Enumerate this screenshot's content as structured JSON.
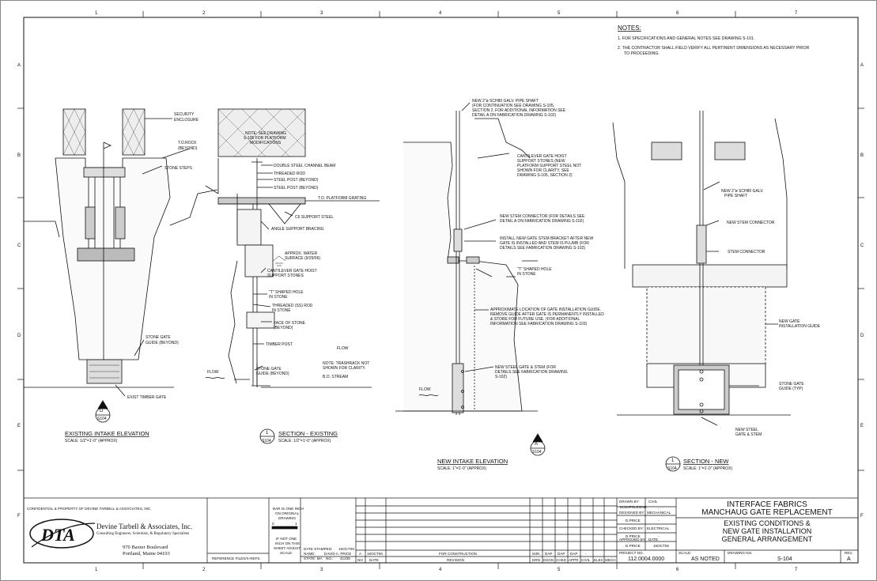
{
  "grid": {
    "cols": [
      "1",
      "2",
      "3",
      "4",
      "5",
      "6",
      "7"
    ],
    "rows": [
      "A",
      "B",
      "C",
      "D",
      "E",
      "F"
    ]
  },
  "notes": {
    "heading": "NOTES:",
    "n1": "1.  FOR SPECIFICATIONS AND GENERAL NOTES SEE DRAWING S-101.",
    "n2a": "2.  THE CONTRACTOR SHALL FIELD VERIFY ALL PERTINENT DIMENSIONS AS NECESSARY PRIOR",
    "n2b": "TO PROCEEDING."
  },
  "view1": {
    "title": "EXISTING  INTAKE  ELEVATION",
    "scale": "SCALE: 1/2\"=1'-0\"  (APPROX)",
    "callout_num": "D",
    "callout_ref": "S104",
    "labels": {
      "security": "SECURITY",
      "enclosure": "ENCLOSURE",
      "torock": "T.O.ROCK",
      "beyond": "(BEYOND)",
      "steps": "STONE STEPS",
      "guide1": "STONE GATE",
      "guide2": "GUIDE (BEYOND)",
      "timber": "EXIST TIMBER GATE"
    }
  },
  "view2": {
    "title": "SECTION  -  EXISTING",
    "scale": "SCALE: 1/2\"=1'-0\"  (APPROX)",
    "callout_num": "1",
    "callout_ref": "S104",
    "labels": {
      "note1": "NOTE: SEE DRAWING",
      "note2": "S-105 FOR PLATFORM",
      "note3": "MODIFICATIONS",
      "channel": "DOUBLE STEEL CHANNEL BEAM",
      "rod": "THREADED ROD",
      "post1": "STEEL POST (BEYOND)",
      "post2": "STEEL POST (BEYOND)",
      "grating": "T.O. PLATFORM GRATING",
      "c6": "C6 SUPPORT STEEL",
      "angle": "ANGLE SUPPORT BRACING",
      "water1": "APPROX. WATER",
      "water2": "SURFACE (9/29/06)",
      "cant1": "CANTILEVER GATE HOIST",
      "cant2": "SUPPORT STONES",
      "hole1": "\"T\" SHAPED HOLE",
      "hole2": "IN STONE",
      "trod1": "THREADED (SS) ROD",
      "trod2": "IN STONE",
      "face1": "FACE OF STONE",
      "face2": "(BEYOND)",
      "tpost": "TIMBER POST",
      "flow": "FLOW",
      "flow2": "FLOW",
      "trash1": "NOTE: TRASHRACK NOT",
      "trash2": "SHOWN FOR CLARITY.",
      "bo": "B.O. STREAM",
      "sg1": "STONE GATE",
      "sg2": "GUIDE (BEYOND)"
    }
  },
  "view3": {
    "title": "NEW  INTAKE  ELEVATION",
    "scale": "SCALE: 1\"=1'-0\"  (APPROX)",
    "callout_num": "A",
    "callout_ref": "S104",
    "labels": {
      "p1": "NEW 2\"ø SCH80 GALV. PIPE SHAFT",
      "p2": "(FOR CONTINUATION SEE DRAWING S-105,",
      "p3": "SECTION 2. FOR ADDITIONAL INFORMATION SEE",
      "p4": "DETAIL A ON FABRICATION DRAWING S-102)",
      "c1": "CANTILEVER GATE HOIST",
      "c2": "SUPPORT STONES (NEW",
      "c3": "PLATFORM SUPPORT STEEL NOT",
      "c4": "SHOWN FOR CLARITY, SEE",
      "c5": "DRAWING S-105, SECTION 2)",
      "s1": "NEW STEM CONNECTOR (FOR DETAILS SEE",
      "s2": "DETAIL A ON FABRICATION DRAWING S-102)",
      "b1": "INSTALL NEW GATE STEM BRACKET AFTER NEW",
      "b2": "GATE IS INSTALLED AND STEM IS PLUMB (FOR",
      "b3": "DETAILS SEE FABRICATION DRAWING S-102)",
      "h1": "\"T\" SHAPED HOLE",
      "h2": "IN STONE",
      "g1": "APPROXIMATE LOCATION OF GATE INSTALLATION GUIDE.",
      "g2": "REMOVE GUIDE AFTER GATE IS PERMANENTLY INSTALLED",
      "g3": "& STORE FOR FUTURE USE. (FOR ADDITIONAL",
      "g4": "INFORMATION SEE FABRICATION DRAWING S-103)",
      "n1": "NEW STEEL GATE & STEM (FOR",
      "n2": "DETAILS SEE FABRICATION DRAWING",
      "n3": "S-102)",
      "flow": "FLOW"
    }
  },
  "view4": {
    "title": "SECTION  -  NEW",
    "scale": "SCALE: 1\"=1'-0\"  (APPROX)",
    "callout_num": "1",
    "callout_ref": "S104",
    "labels": {
      "pipe1": "NEW 2\"ø SCH80 GALV.",
      "pipe2": "PIPE SHAFT",
      "nsc": "NEW STEM CONNECTOR",
      "sc": "STEM CONNECTOR",
      "ng1": "NEW GATE",
      "ng2": "INSTALLATION GUIDE",
      "sg1": "STONE GATE",
      "sg2": "GUIDE (TYP)",
      "ns1": "NEW STEEL",
      "ns2": "GATE & STEM"
    }
  },
  "titleblock": {
    "confidential": "CONFIDENTIAL & PROPERTY OF DEVINE TARBELL & ASSOCIATES, INC.",
    "logo": "DTA",
    "company": "Devine Tarbell & Associates, Inc.",
    "tagline": "Consulting Engineers, Scientists, & Regulatory Specialists",
    "addr1": "970 Baxter Boulevard",
    "addr2": "Portland, Maine 04103",
    "reffiles": "REFERENCE FILES/X-REFS.",
    "bar1": "BAR IS ONE INCH",
    "bar2": "ON ORIGINAL",
    "bar3": "DRAWING",
    "bar0": "0",
    "bar1in": "1",
    "notone1": "IF NOT ONE",
    "notone2": "INCH ON THIS",
    "notone3": "SHEET ADJUST",
    "notone4": "SCALE",
    "stamped": "DATE STAMPED:",
    "stamped_val": "16OCT06",
    "name": "NAME:",
    "name_val": "DAVID A. PRICE",
    "state": "STATE:  MA",
    "no": "NO.:",
    "no_val": "41235",
    "rev_a": "A",
    "rev_date": "16OCT06",
    "rev_desc": "FOR CONSTRUCTION",
    "rev_mjn": "MJN",
    "rev_dap1": "DAP",
    "rev_dap2": "DAP",
    "rev_dap3": "DAP",
    "rev_dash": "-",
    "hdr": [
      "NO",
      "DATE",
      "REVISION",
      "DRN",
      "DSGN",
      "CHKD",
      "APPR",
      "CIVIL",
      "ELEC",
      "MECH"
    ],
    "drawn_by": "DRAWN BY:",
    "drawn_val": "M.NAPOLEONE",
    "designed_by": "DESIGNED BY:",
    "designed_val": "D.PRICE",
    "checked_by": "CHECKED BY:",
    "checked_val": "D.PRICE",
    "approved_by": "APPROVED BY:",
    "approved_val": "D.PRICE",
    "civil": "CIVIL",
    "mechanical": "MECHANICAL",
    "electrical": "ELECTRICAL",
    "date": "DATE:",
    "date_val": "16OCT06",
    "dash": "-",
    "project_no": "PROJECT NO.",
    "project_val": "112.0004.0000",
    "scale": "SCALE:",
    "scale_val": "AS NOTED",
    "drawing_no": "DRAWING NO.",
    "drawing_val": "S-104",
    "rev": "REV.",
    "rev_val": "A",
    "client": "INTERFACE FABRICS",
    "project": "MANCHAUG GATE REPLACEMENT",
    "t1": "EXISTING CONDITIONS &",
    "t2": "NEW GATE INSTALLATION",
    "t3": "GENERAL ARRANGEMENT"
  }
}
